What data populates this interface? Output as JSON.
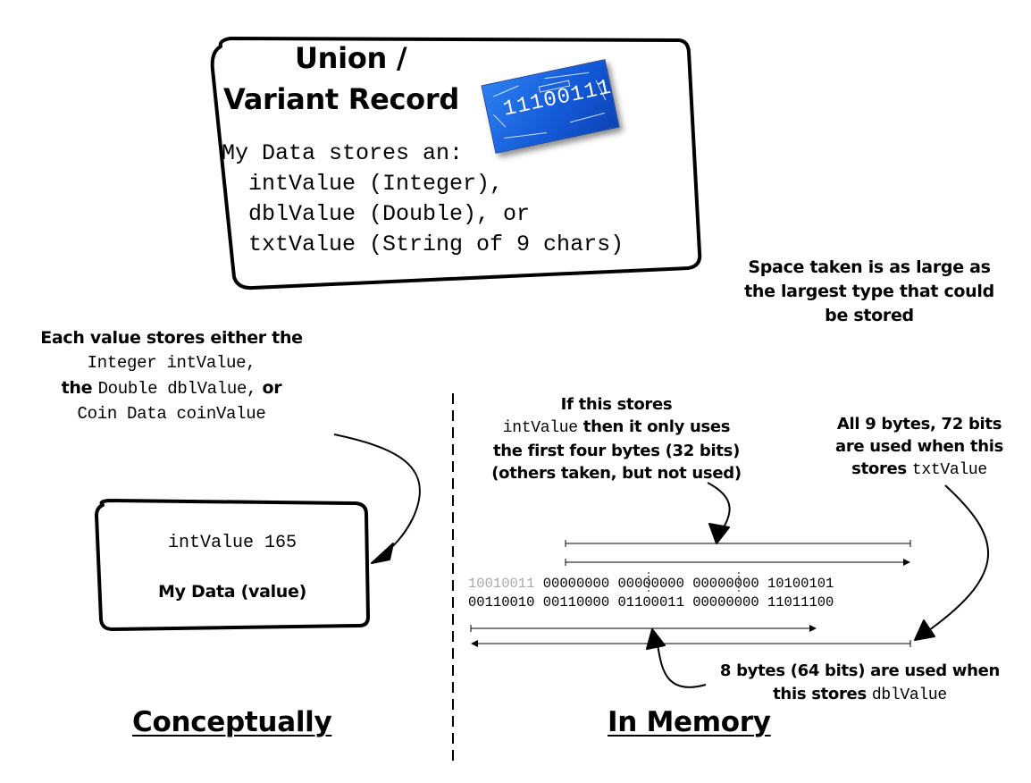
{
  "title": {
    "line1": "Union /",
    "line2": "Variant Record"
  },
  "badge": {
    "binary": "11100111"
  },
  "box_lines": [
    "My Data stores an:",
    "  intValue (Integer),",
    "  dblValue (Double), or",
    "  txtValue (String of 9 chars)"
  ],
  "space_note": "Space taken is as large as the largest type that could be stored",
  "each_note": {
    "line1": "Each value stores either the",
    "line2_code": "Integer intValue,",
    "line3_pre": "the",
    "line3_code": "Double dblValue,",
    "line3_post": "or",
    "line4_code": "Coin Data coinValue"
  },
  "concept_box": {
    "value": "intValue 165",
    "label": "My Data (value)"
  },
  "int_note": {
    "line1": "If this stores",
    "line2_code": "intValue",
    "line2_post": " then it only uses",
    "line3": "the first four bytes (32 bits)",
    "line4": "(others taken, but not used)"
  },
  "txt_note": {
    "line1": "All 9 bytes, 72 bits",
    "line2": "are used when this",
    "line3_pre": "stores",
    "line3_code": "txtValue"
  },
  "memory": {
    "row1": [
      "10010011",
      "00000000",
      "00000000",
      "00000000",
      "10100101"
    ],
    "row2": [
      "00110010",
      "00110000",
      "01100011",
      "00000000",
      "11011100"
    ]
  },
  "dbl_note": {
    "line1": "8 bytes (64 bits) are used when",
    "line2_pre": "this stores",
    "line2_code": "dblValue"
  },
  "footer": {
    "left": "Conceptually",
    "right": "In Memory"
  }
}
